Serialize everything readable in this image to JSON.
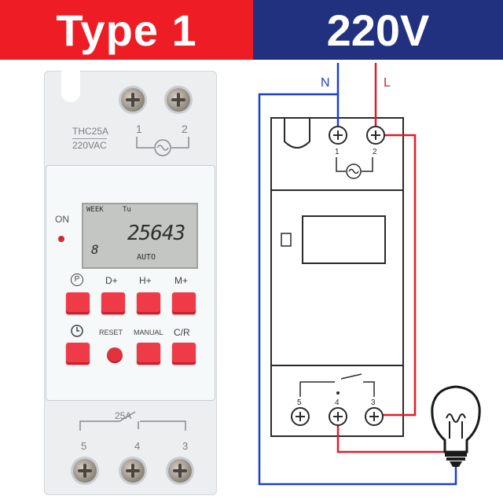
{
  "banner": {
    "type_label": "Type 1",
    "voltage_label": "220V",
    "type_bg": "#ee1c25",
    "voltage_bg": "#22317f"
  },
  "device": {
    "model": "THC25A",
    "rating": "220VAC",
    "top_terminals": [
      "1",
      "2"
    ],
    "bottom_terminals": [
      "5",
      "4",
      "3"
    ],
    "relay_rating": "25A",
    "on_label": "ON",
    "lcd": {
      "week_label": "WEEK",
      "day": "Tu",
      "time": "25643",
      "program": "8",
      "mode": "AUTO"
    },
    "buttons": {
      "program_icon": "P",
      "day_plus": "D+",
      "hour_plus": "H+",
      "minute_plus": "M+",
      "clock_icon": "clock-icon",
      "reset": "RESET",
      "manual": "MANUAL",
      "cancel_recall": "C/R"
    }
  },
  "diagram": {
    "neutral": "N",
    "live": "L",
    "top_terminals": [
      "1",
      "2"
    ],
    "bottom_terminals": [
      "5",
      "4",
      "3"
    ],
    "neutral_color": "#1b3fcf",
    "live_color": "#e01c2a",
    "lamp": "lightbulb-icon"
  }
}
